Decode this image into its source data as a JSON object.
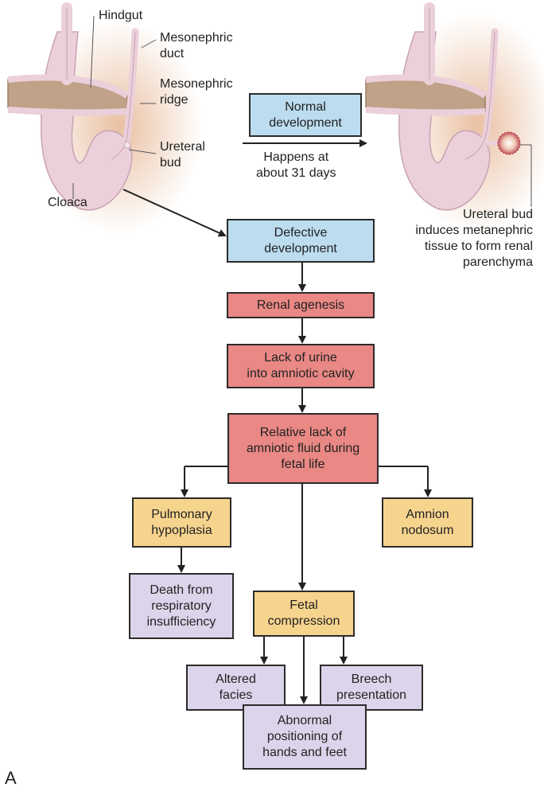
{
  "labels": {
    "hindgut": "Hindgut",
    "mesonephric_duct": "Mesonephric\nduct",
    "mesonephric_ridge": "Mesonephric\nridge",
    "ureteral_bud": "Ureteral\nbud",
    "cloaca": "Cloaca",
    "happens_at": "Happens at\nabout 31 days",
    "bud_induces": "Ureteral bud\ninduces metanephric\ntissue to form renal\nparenchyma",
    "panel_letter": "A"
  },
  "boxes": {
    "normal_development": "Normal\ndevelopment",
    "defective_development": "Defective\ndevelopment",
    "renal_agenesis": "Renal agenesis",
    "lack_of_urine": "Lack of urine\ninto amniotic cavity",
    "relative_lack": "Relative lack of\namniotic fluid during\nfetal life",
    "pulmonary_hypoplasia": "Pulmonary\nhypoplasia",
    "amnion_nodosum": "Amnion\nnodosum",
    "death": "Death from\nrespiratory\ninsufficiency",
    "fetal_compression": "Fetal\ncompression",
    "altered_facies": "Altered\nfacies",
    "breech": "Breech\npresentation",
    "abnormal_positioning": "Abnormal\npositioning of\nhands and feet"
  },
  "colors": {
    "blue_box": "#bcdcef",
    "red_box": "#e98884",
    "yellow_box": "#f7d48e",
    "purple_box": "#dcd4ea",
    "embryo_pink": "#ebcfda",
    "hindgut_brown": "#bfa288",
    "tissue_glow": "#e8b99a"
  }
}
